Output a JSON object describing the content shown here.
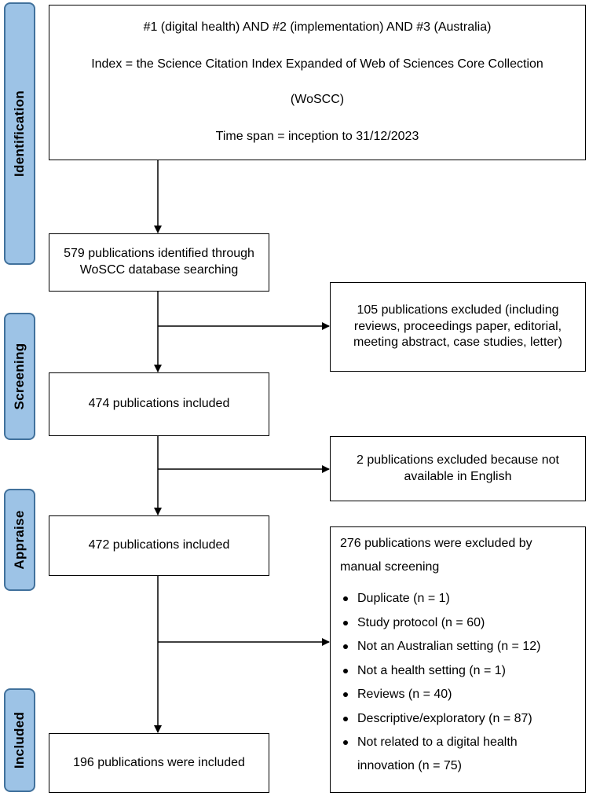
{
  "stages": {
    "identification": "Identification",
    "screening": "Screening",
    "appraise": "Appraise",
    "included": "Included"
  },
  "identification_box": {
    "line1": "#1 (digital health) AND #2 (implementation) AND #3 (Australia)",
    "line2": "Index = the Science Citation Index Expanded of Web of Sciences Core Collection",
    "line3": "(WoSCC)",
    "line4": "Time span = inception to 31/12/2023"
  },
  "flow": {
    "identified": "579 publications identified through WoSCC database searching",
    "screen_included": "474 publications included",
    "appraise_included": "472 publications included",
    "final_included": "196 publications were included"
  },
  "exclusions": {
    "first": "105 publications excluded (including reviews, proceedings paper, editorial, meeting abstract, case studies, letter)",
    "second": "2 publications excluded because not available in English",
    "manual_title": "276 publications were excluded by manual screening",
    "manual_items": [
      "Duplicate (n = 1)",
      "Study protocol (n = 60)",
      "Not an Australian setting (n = 12)",
      "Not a health setting (n = 1)",
      "Reviews (n = 40)",
      "Descriptive/exploratory (n = 87)",
      "Not related to a digital health innovation (n = 75)"
    ]
  }
}
